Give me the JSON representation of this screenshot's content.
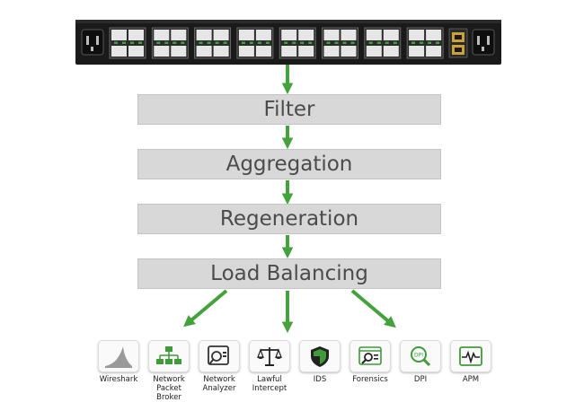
{
  "device": {
    "port_group_count": 8,
    "colors": {
      "chassis": "#1a1a1a",
      "port": "#e6e6e6",
      "led": "#3aa33a"
    }
  },
  "stages": [
    {
      "label": "Filter"
    },
    {
      "label": "Aggregation"
    },
    {
      "label": "Regeneration"
    },
    {
      "label": "Load Balancing"
    }
  ],
  "tools": [
    {
      "label": "Wireshark",
      "icon": "wireshark-fin-icon"
    },
    {
      "label": "Network\nPacket Broker",
      "icon": "network-tree-icon"
    },
    {
      "label": "Network\nAnalyzer",
      "icon": "analyzer-search-icon"
    },
    {
      "label": "Lawful\nIntercept",
      "icon": "scales-icon"
    },
    {
      "label": "IDS",
      "icon": "shield-icon"
    },
    {
      "label": "Forensics",
      "icon": "forensics-search-icon"
    },
    {
      "label": "DPI",
      "icon": "dpi-magnifier-icon"
    },
    {
      "label": "APM",
      "icon": "pulse-monitor-icon"
    }
  ],
  "colors": {
    "arrow": "#44a23c",
    "box_fill": "#d8d8d8",
    "text": "#4b4b4b",
    "icon_green": "#3f9a3a"
  }
}
